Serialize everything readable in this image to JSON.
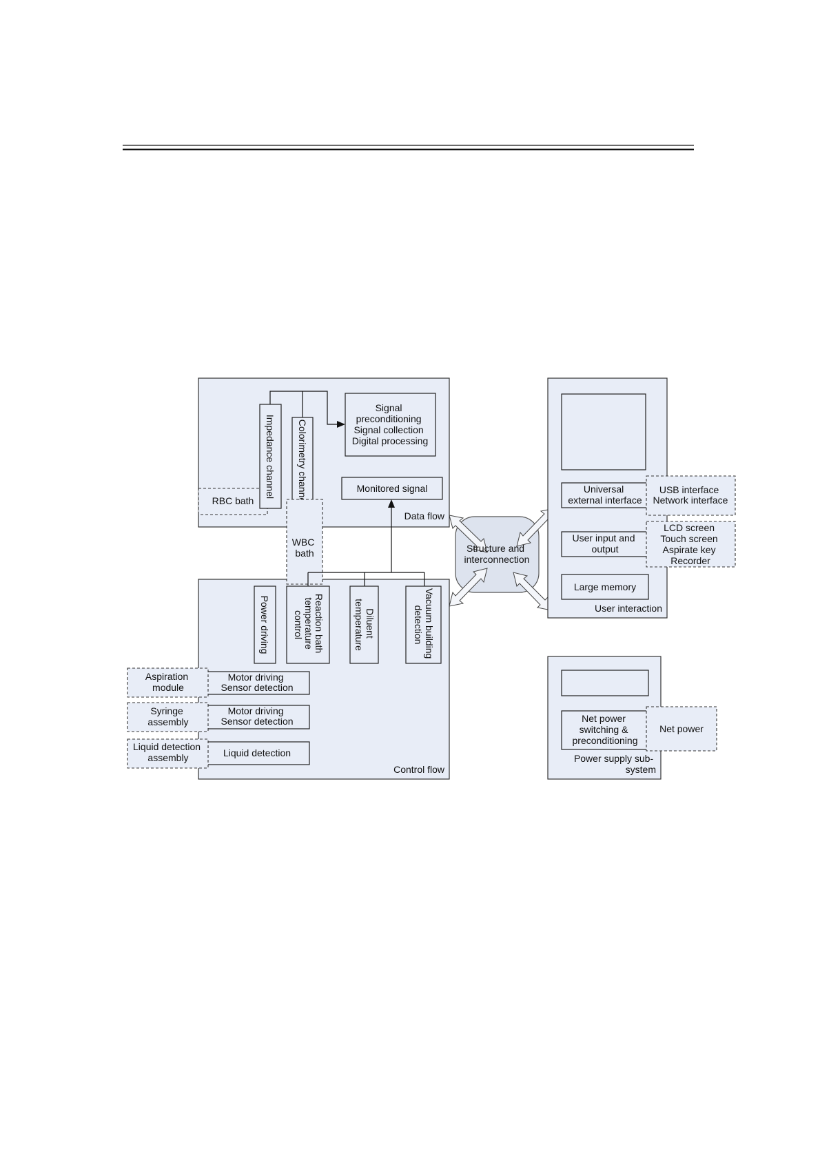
{
  "data_flow": {
    "label": "Data flow",
    "impedance_channel": "Impedance channel",
    "colorimetry_channel": "Colorimetry channel",
    "signal_processing": [
      "Signal",
      "preconditioning",
      "Signal collection",
      "Digital processing"
    ],
    "monitored_signal": "Monitored signal",
    "rbc_bath": "RBC bath"
  },
  "wbc_bath": [
    "WBC",
    "bath"
  ],
  "control_flow": {
    "label": "Control flow",
    "power_driving": "Power driving",
    "reaction_bath": [
      "Reaction bath",
      "temperature",
      "control"
    ],
    "diluent_temperature": [
      "Diluent",
      "temperature"
    ],
    "vacuum_building": [
      "Vacuum building",
      "detection"
    ],
    "motor_sensor_1": [
      "Motor driving",
      "Sensor detection"
    ],
    "motor_sensor_2": [
      "Motor driving",
      "Sensor detection"
    ],
    "liquid_detection": "Liquid detection",
    "aspiration_module": [
      "Aspiration",
      "module"
    ],
    "syringe_assembly": [
      "Syringe",
      "assembly"
    ],
    "liquid_detection_assembly": [
      "Liquid detection",
      "assembly"
    ]
  },
  "hub": [
    "Structure and",
    "interconnection"
  ],
  "user_interaction": {
    "label": "User interaction",
    "universal_interface": [
      "Universal",
      "external interface"
    ],
    "usb_network": [
      "USB interface",
      "Network interface"
    ],
    "user_io": [
      "User input and",
      "output"
    ],
    "lcd_group": [
      "LCD screen",
      "Touch screen",
      "Aspirate key",
      "Recorder"
    ],
    "large_memory": "Large memory"
  },
  "power_supply": {
    "label": [
      "Power supply sub-",
      "system"
    ],
    "net_power_switching": [
      "Net power",
      "switching &",
      "preconditioning"
    ],
    "net_power": "Net power"
  }
}
